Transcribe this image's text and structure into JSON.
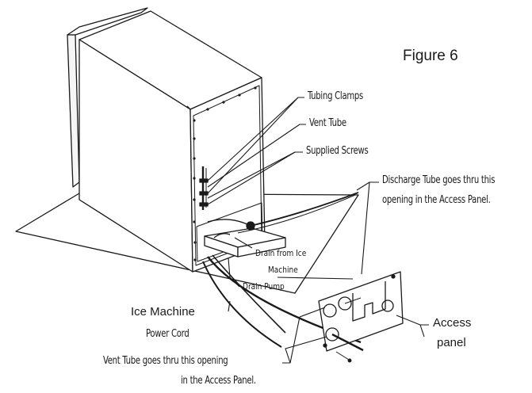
{
  "figure_title": "Figure 6",
  "labels": {
    "tubing_clamps": "Tubing Clamps",
    "vent_tube": "Vent Tube",
    "supplied_screws": "Supplied Screws",
    "discharge_line1": "Discharge Tube goes thru this",
    "discharge_line2": "opening in the Access Panel.",
    "drain_from_line1": "Drain from Ice",
    "drain_from_line2": "Machine",
    "drain_pump": "Drain Pump",
    "ice_machine": "Ice Machine",
    "power_cord": "Power Cord",
    "vent_opening_line1": "Vent Tube goes thru this opening",
    "vent_opening_line2": "in the Access Panel.",
    "access_line1": "Access",
    "access_line2": "panel"
  },
  "colors": {
    "ink": "#1a1a1a",
    "paper": "#ffffff"
  }
}
